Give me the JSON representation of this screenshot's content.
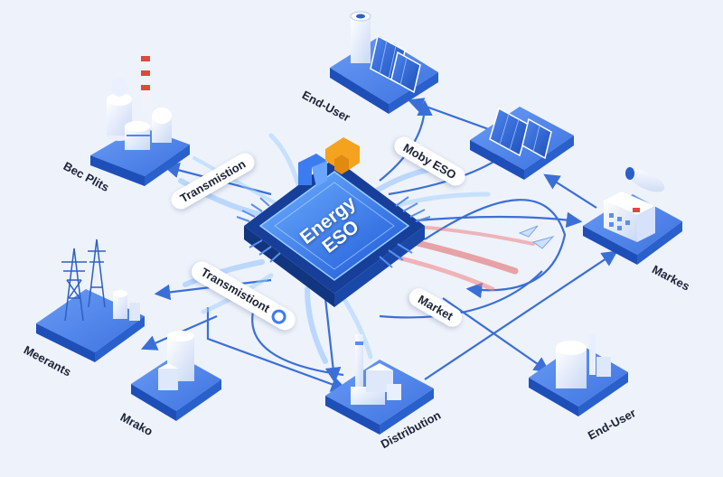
{
  "diagram": {
    "title": "",
    "colors": {
      "background": "#eef2fa",
      "platform": "#2f6bdc",
      "platform_dark": "#1e4fb8",
      "platform_top": "#5b8ef0",
      "connector": "#3a6fd8",
      "chip": "#1f5fd9",
      "market_flow": "#e0524f",
      "accent_orange": "#f5a21e",
      "chimney_red": "#e0483c"
    },
    "center": {
      "label_line1": "Energy",
      "label_line2": "ESO",
      "icon": "eso-logo-icon"
    },
    "labels": {
      "end_user_top": "End-User",
      "bec_plits": "Bec Plits",
      "transmistion": "Transmistion",
      "moby_eso": "Moby ESO",
      "transmistiont": "Transmistiont",
      "market": "Market",
      "meerants": "Meerants",
      "mrako": "Mrako",
      "distribution": "Distribution",
      "end_user_bottom": "End-User",
      "markes": "Markes"
    },
    "nodes": [
      {
        "id": "power-plant",
        "icon": "power-plant-icon"
      },
      {
        "id": "end-user-solar",
        "icon": "solar-panel-icon"
      },
      {
        "id": "solar-farm",
        "icon": "solar-panel-icon"
      },
      {
        "id": "market-building",
        "icon": "factory-icon"
      },
      {
        "id": "transmission-towers",
        "icon": "transmission-tower-icon"
      },
      {
        "id": "mrako-station",
        "icon": "storage-tank-icon"
      },
      {
        "id": "distribution-plant",
        "icon": "industrial-plant-icon"
      },
      {
        "id": "end-user-facility",
        "icon": "storage-facility-icon"
      }
    ]
  }
}
